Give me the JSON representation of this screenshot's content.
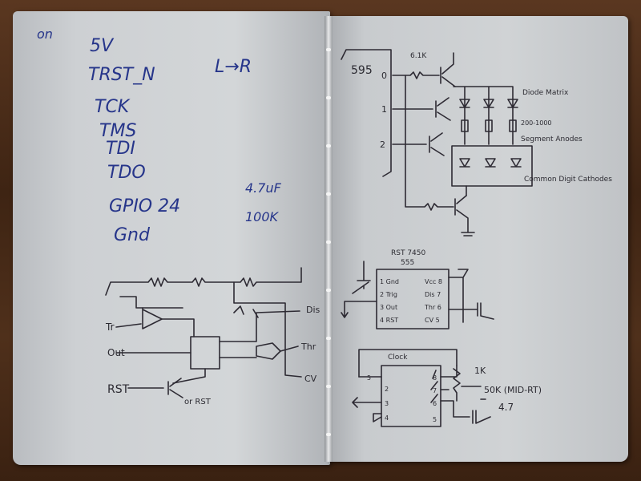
{
  "left_page": {
    "corner_note": "on",
    "signals": [
      "5V",
      "TRST_N",
      "TCK",
      "TMS",
      "TDI",
      "TDO",
      "GPIO 24",
      "Gnd"
    ],
    "direction_note": "L→R",
    "capacitor_note": "4.7uF",
    "resistor_note": "100K",
    "pins": {
      "trigger": "Tr",
      "output": "Out",
      "reset": "RST",
      "discharge": "Dis",
      "threshold": "Thr",
      "control": "CV",
      "reset_note": "or RST"
    }
  },
  "right_page": {
    "chip_label": "595",
    "pin_labels": [
      "0",
      "1",
      "2"
    ],
    "resistor_top": "6.1K",
    "diode_note": "Diode Matrix",
    "resistor_note": "200-1000",
    "segment_note": "Segment Anodes",
    "cathode_note": "Common Digit Cathodes",
    "ic1": {
      "title": "RST 7450",
      "subtitle": "555",
      "pins_left": [
        "1 Gnd",
        "2 Trig",
        "3 Out",
        "4 RST"
      ],
      "pins_right": [
        "Vcc 8",
        "Dis 7",
        "Thr 6",
        "CV 5"
      ]
    },
    "ic2": {
      "title": "Clock",
      "pins_left": [
        "5",
        "2",
        "3",
        "4"
      ],
      "pins_right": [
        "8",
        "7",
        "6",
        "5"
      ],
      "notes": [
        "1K",
        "50K (MID-RT)",
        "4.7"
      ]
    }
  }
}
